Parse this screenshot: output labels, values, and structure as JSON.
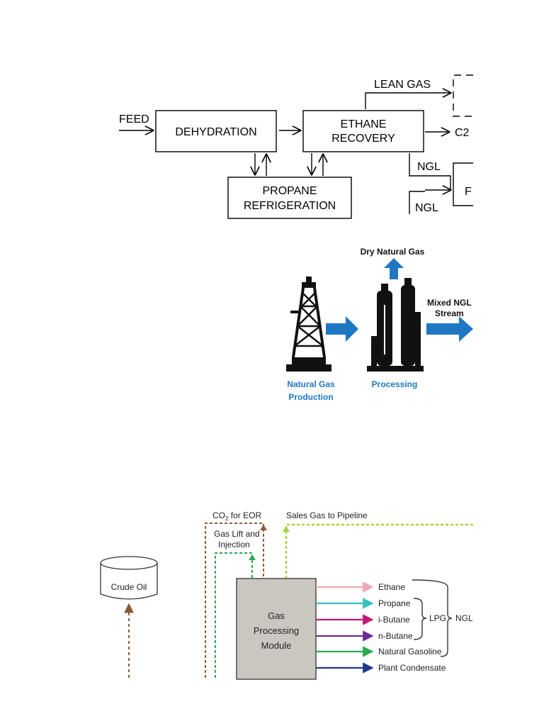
{
  "top_diagram": {
    "feed_label": "FEED",
    "dehydration_label": "DEHYDRATION",
    "ethane_recovery_line1": "ETHANE",
    "ethane_recovery_line2": "RECOVERY",
    "propane_refrigeration_line1": "PROPANE",
    "propane_refrigeration_line2": "REFRIGERATION",
    "lean_gas_label": "LEAN GAS",
    "c2_label": "C2",
    "ngl_label_1": "NGL",
    "ngl_label_2": "NGL",
    "fractionator_partial_label": "F"
  },
  "middle_diagram": {
    "dry_gas_label": "Dry Natural Gas",
    "mixed_ngl_line1": "Mixed NGL",
    "mixed_ngl_line2": "Stream",
    "production_line1": "Natural Gas",
    "production_line2": "Production",
    "processing_label": "Processing",
    "accent_color": "#1f77c4"
  },
  "bottom_diagram": {
    "co2_prefix": "CO",
    "co2_sub": "2",
    "co2_suffix": " for EOR",
    "gas_lift_line1": "Gas Lift and",
    "gas_lift_line2": "Injection",
    "sales_gas_label": "Sales Gas to Pipeline",
    "crude_oil_label": "Crude Oil",
    "module_line1": "Gas",
    "module_line2": "Processing",
    "module_line3": "Module",
    "products": [
      {
        "label": "Ethane",
        "color": "#f4a3b5"
      },
      {
        "label": "Propane",
        "color": "#3bbfbf"
      },
      {
        "label": "i-Butane",
        "color": "#c2187a"
      },
      {
        "label": "n-Butane",
        "color": "#6a2c91"
      },
      {
        "label": "Natural Gasoline",
        "color": "#2ea84f"
      },
      {
        "label": "Plant Condensate",
        "color": "#1f3a8a"
      }
    ],
    "lpg_label": "LPG",
    "ngl_label": "NGL",
    "colors": {
      "co2": "#8b5a3c",
      "gas_lift": "#2ea84f",
      "sales_gas": "#a8d13b",
      "crude": "#8b5a3c",
      "module_fill": "#c9c7bf"
    }
  }
}
